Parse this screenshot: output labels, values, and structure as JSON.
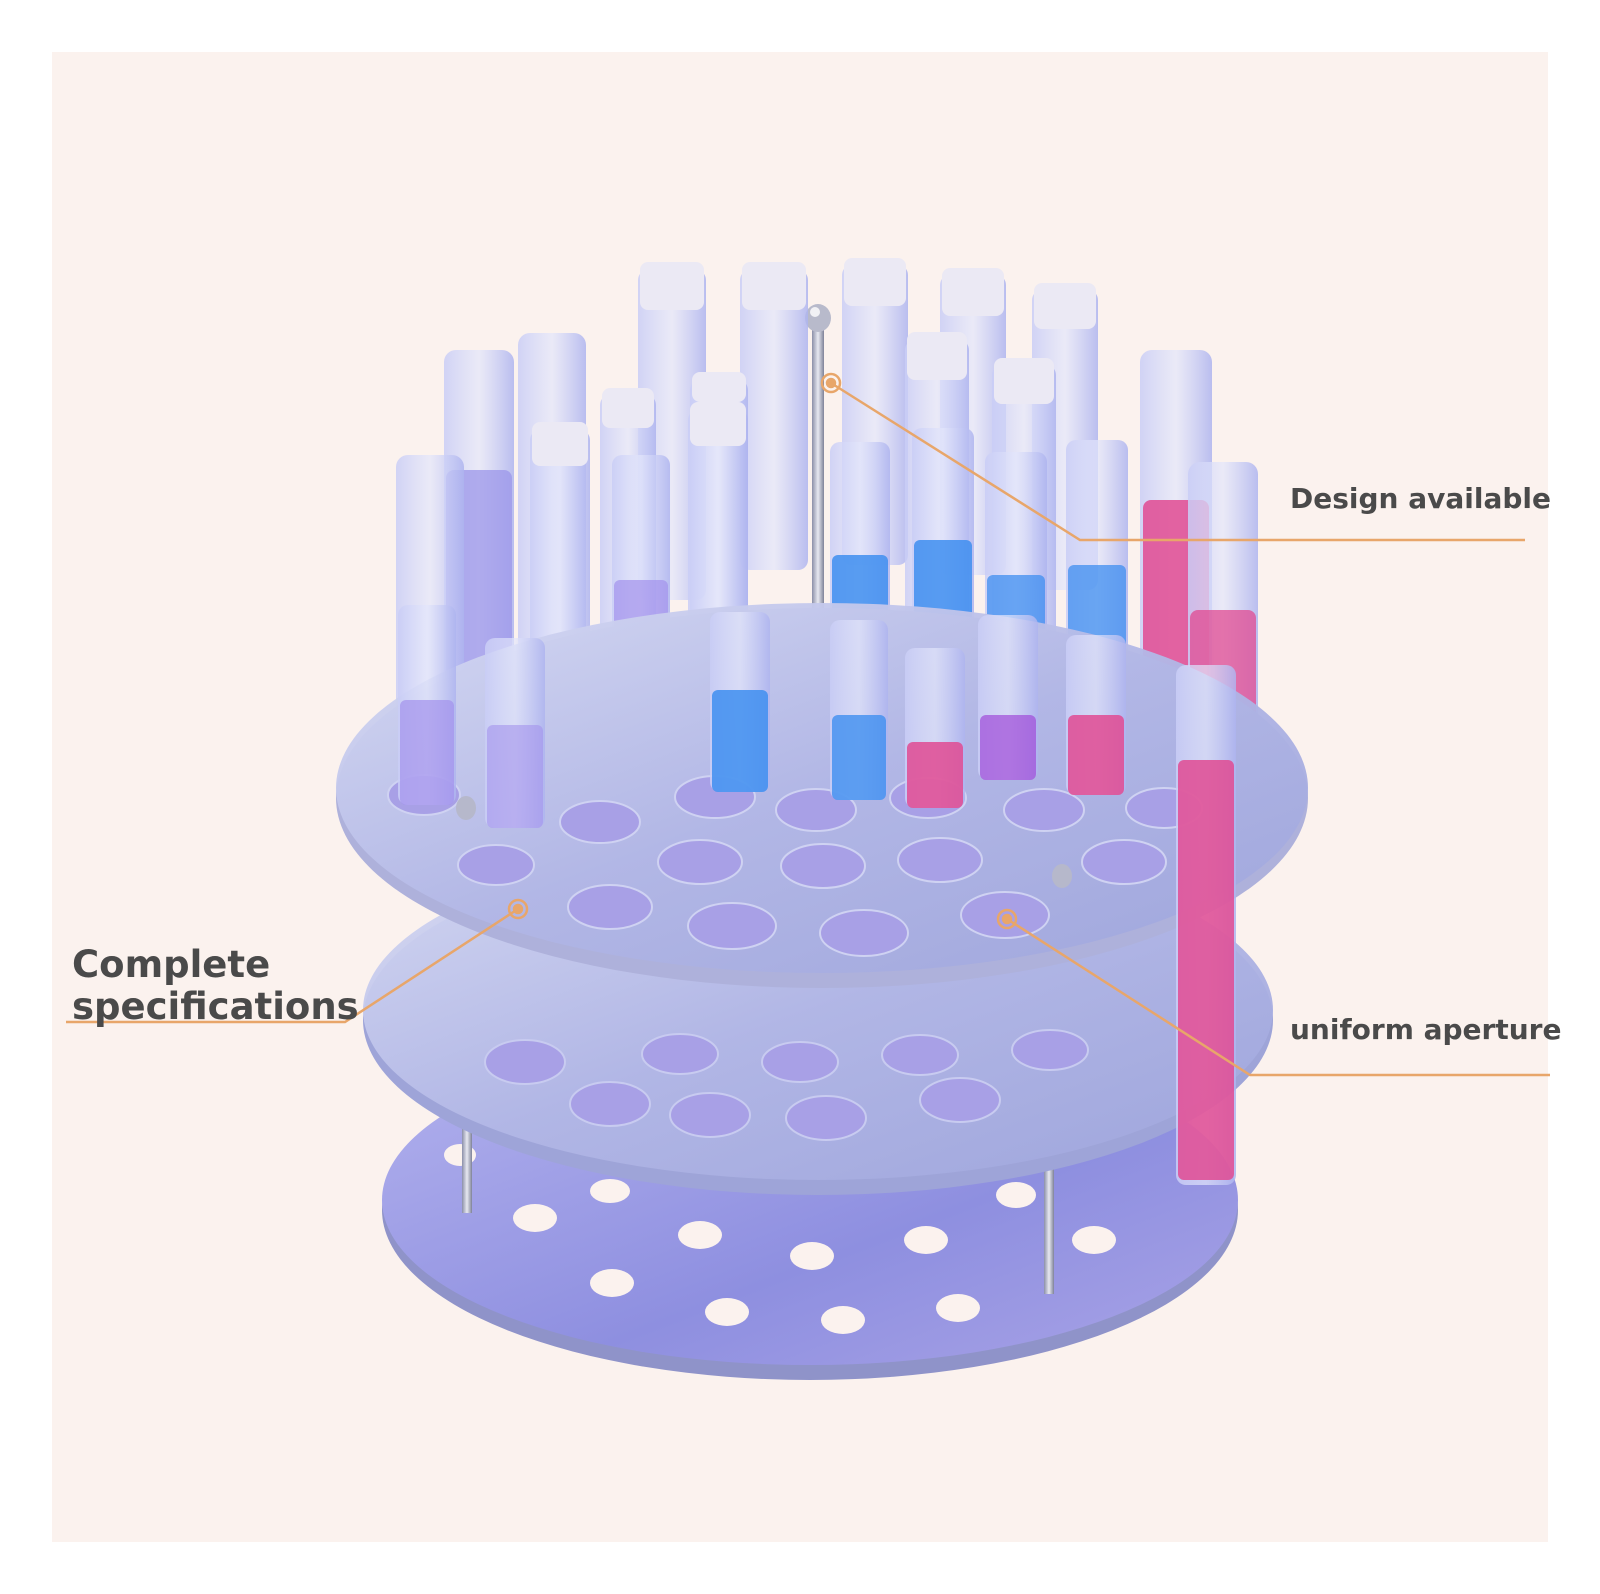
{
  "callouts": {
    "design": "Design available",
    "aperture": "uniform aperture",
    "specs_line1": "Complete",
    "specs_line2": "specifications"
  },
  "colors": {
    "background": "#fbf2ee",
    "callout_line": "#e8a66a",
    "label_text": "#4a4a4a",
    "rack_metal": "#b9bde6",
    "liquid_purple": "#a998ea",
    "liquid_blue": "#3e8ef0",
    "liquid_pink": "#e0468e",
    "stopper": "#e8e6f2"
  }
}
